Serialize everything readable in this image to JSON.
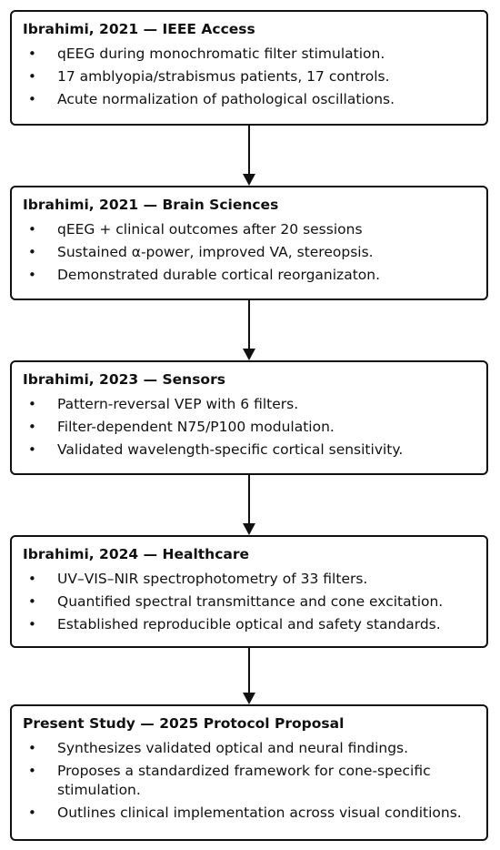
{
  "boxes": [
    {
      "title": "Ibrahimi, 2021 — IEEE Access",
      "bullets": [
        "qEEG during monochromatic filter stimulation.",
        "17 amblyopia/strabismus patients, 17 controls.",
        "Acute normalization of pathological oscillations."
      ]
    },
    {
      "title": "Ibrahimi, 2021 — Brain Sciences",
      "bullets": [
        "qEEG + clinical outcomes after 20 sessions",
        "Sustained α-power, improved VA, stereopsis.",
        "Demonstrated durable cortical reorganizaton."
      ]
    },
    {
      "title": "Ibrahimi, 2023 — Sensors",
      "bullets": [
        "Pattern-reversal VEP with 6 filters.",
        "Filter-dependent N75/P100 modulation.",
        "Validated wavelength-specific cortical sensitivity."
      ]
    },
    {
      "title": "Ibrahimi, 2024 — Healthcare",
      "bullets": [
        "UV–VIS–NIR spectrophotometry of 33 filters.",
        "Quantified spectral transmittance and cone excitation.",
        "Established reproducible optical and safety standards."
      ]
    },
    {
      "title": "Present Study — 2025 Protocol Proposal",
      "bullets": [
        "Synthesizes validated optical and neural findings.",
        "Proposes a standardized framework for cone-specific stimulation.",
        "Outlines clinical implementation across visual conditions."
      ]
    }
  ]
}
